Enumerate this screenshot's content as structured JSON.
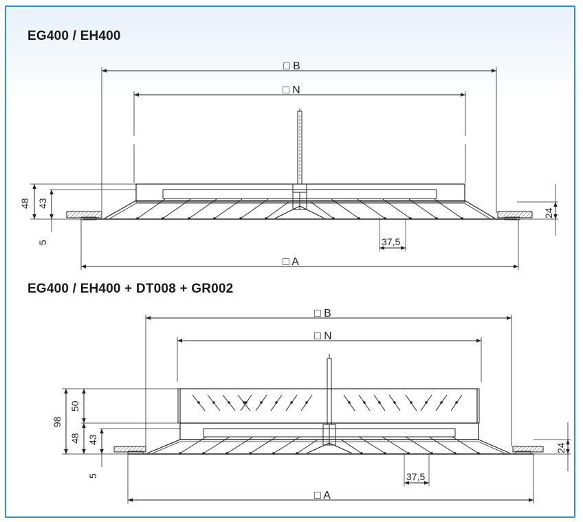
{
  "diagrams": [
    {
      "title": "EG400 / EH400",
      "dims": {
        "B": "□ B",
        "N": "□ N",
        "A": "□ A",
        "h48": "48",
        "h43": "43",
        "h5": "5",
        "h24": "24",
        "pitch": "37,5"
      }
    },
    {
      "title": "EG400 / EH400 + DT008 + GR002",
      "dims": {
        "B": "□ B",
        "N": "□ N",
        "A": "□ A",
        "h98": "98",
        "h50": "50",
        "h48": "48",
        "h43": "43",
        "h5": "5",
        "h24": "24",
        "pitch": "37,5"
      }
    }
  ],
  "colors": {
    "frame": "#2a8fd0",
    "line": "#222222",
    "hatch": "#555555"
  }
}
